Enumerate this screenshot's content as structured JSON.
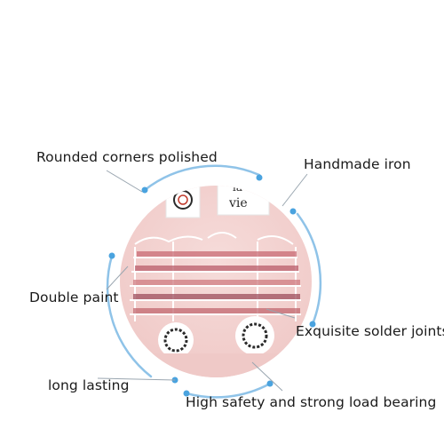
{
  "labels": {
    "rounded": "Rounded corners polished",
    "iron": "Handmade iron",
    "paint": "Double paint",
    "solder": "Exquisite solder joints",
    "lasting": "long lasting",
    "safety": "High safety and strong load bearing"
  },
  "poster_text": {
    "line1": "la",
    "line2": "vie"
  },
  "colors": {
    "wall_pink": "#f2cfcd",
    "ring_blue": "#8fc3e8",
    "dot_blue": "#4aa3df",
    "line_gray": "#9aa6b0",
    "shelf_white": "#fdfdfd"
  }
}
